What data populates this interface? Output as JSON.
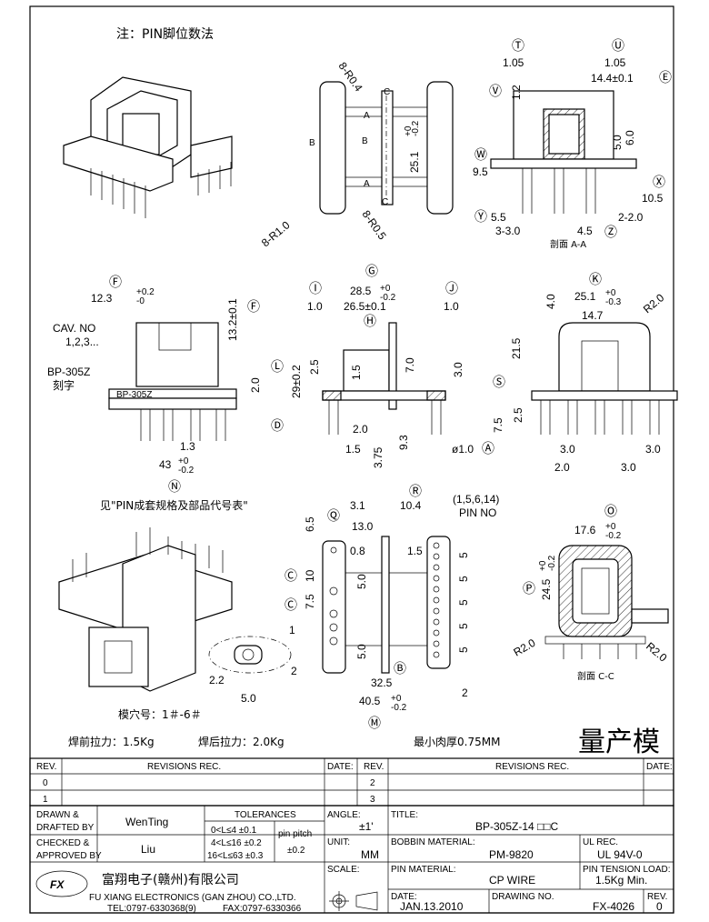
{
  "note_title": "注：PIN脚位数法",
  "mass_production": "量产模",
  "labels": {
    "T": "Ⓣ",
    "U": "Ⓤ",
    "E": "Ⓔ",
    "V": "Ⓥ",
    "W": "Ⓦ",
    "X": "Ⓧ",
    "Y": "Ⓨ",
    "Z": "Ⓩ",
    "G": "Ⓖ",
    "H": "Ⓗ",
    "I": "Ⓘ",
    "J": "Ⓙ",
    "K": "Ⓚ",
    "F": "Ⓕ",
    "L": "Ⓛ",
    "D": "Ⓓ",
    "S": "Ⓢ",
    "A": "Ⓐ",
    "N": "Ⓝ",
    "R": "Ⓡ",
    "Q": "Ⓠ",
    "O": "Ⓞ",
    "P": "Ⓟ",
    "C": "Ⓒ",
    "B": "Ⓑ",
    "M": "Ⓜ"
  },
  "dims_top": {
    "r04": "8-R0.4",
    "r10": "8-R1.0",
    "r05": "8-R0.5",
    "d251": "25.1",
    "tol_p0": "+0",
    "tol_m02": "-0.2",
    "d105a": "1.05",
    "d105b": "1.05",
    "d144": "14.4±0.1",
    "d12": "1.2",
    "d95": "9.5",
    "d50": "5.0",
    "d60": "6.0",
    "d105c": "10.5",
    "d55": "5.5",
    "d330": "3-3.0",
    "d45": "4.5",
    "d220": "2-2.0",
    "section_aa": "剖面 A-A"
  },
  "dims_mid": {
    "d123": "12.3",
    "tol_p02": "+0.2",
    "tol_m0": "-0",
    "d132": "13.2±0.1",
    "cav": "CAV. NO",
    "cav_nums": "1,2,3...",
    "bp_label": "BP-305Z",
    "engrave": "刻字",
    "d20a": "2.0",
    "d13": "1.3",
    "d43": "43",
    "d285": "28.5",
    "d265": "26.5±0.1",
    "d10a": "1.0",
    "d10b": "1.0",
    "d29": "29±0.2",
    "d25": "2.5",
    "d15": "1.5",
    "d70": "7.0",
    "d30": "3.0",
    "d20b": "2.0",
    "d15b": "1.5",
    "d375": "3.75",
    "d93": "9.3",
    "phi10": "ø1.0",
    "d2511": "25.1",
    "tol_m03": "-0.3",
    "r20": "R2.0",
    "d40": "4.0",
    "d147": "14.7",
    "d215": "21.5",
    "d75": "7.5",
    "d25b": "2.5",
    "d30c": "3.0",
    "d30d": "3.0",
    "d20c": "2.0",
    "d30e": "3.0",
    "see_table": "见\"PIN成套规格及部品代号表\""
  },
  "dims_bot": {
    "d31": "3.1",
    "d104": "10.4",
    "pin_list": "(1,5,6,14)",
    "pin_no": "PIN NO",
    "d65": "6.5",
    "d130": "13.0",
    "d08": "0.8",
    "d15c": "1.5",
    "d10": "10",
    "d50b": "5.0",
    "d75b": "7.5",
    "d50c": "5.0",
    "d55s": "5",
    "d325": "32.5",
    "d405": "40.5",
    "d22": "2.2",
    "d50d": "5.0",
    "d1": "1",
    "d2": "2",
    "d176": "17.6",
    "d245": "24.5",
    "r20b": "R2.0",
    "r20c": "R2.0",
    "section_cc": "剖面 C-C",
    "mold_no": "模穴号：1＃-6＃",
    "weld_before": "焊前拉力：1.5Kg",
    "weld_after": "焊后拉力：2.0Kg",
    "min_thick": "最小肉厚0.75MM"
  },
  "revisions": {
    "rev_h": "REV.",
    "revisions_h": "REVISIONS   REC.",
    "date_h": "DATE:",
    "rev_h2": "REV.",
    "revisions_h2": "REVISIONS   REC.",
    "date_h2": "DATE:",
    "r0": "0",
    "r1": "1",
    "r2": "2",
    "r3": "3"
  },
  "titleblock": {
    "drawn": "DRAWN &",
    "drafted": "DRAFTED BY",
    "drawn_name": "WenTing",
    "checked": "CHECKED &",
    "approved": "APPROVED BY",
    "checked_name": "Liu",
    "tolerances": "TOLERANCES",
    "tol1": "0<L≤4   ±0.1",
    "tol2": "4<L≤16  ±0.2",
    "tol3": "16<L≤63  ±0.3",
    "pin_pitch": "pin pitch",
    "pin_pitch_val": "±0.2",
    "angle": "ANGLE:",
    "angle_val": "±1'",
    "unit": "UNIT:",
    "unit_val": "MM",
    "scale": "SCALE:",
    "title": "TITLE:",
    "title_val": "BP-305Z-14 □□C",
    "bobbin_mat": "BOBBIN MATERIAL:",
    "bobbin_val": "PM-9820",
    "ul_rec": "UL REC.",
    "ul_val": "UL 94V-0",
    "pin_mat": "PIN MATERIAL:",
    "pin_val": "CP WIRE",
    "pin_tension": "PIN TENSION LOAD:",
    "pin_tension_val": "1.5Kg Min.",
    "date": "DATE:",
    "date_val": "JAN.13.2010",
    "drawing_no": "DRAWING NO.",
    "drawing_val": "FX-4026",
    "rev": "REV.",
    "rev_val": "0",
    "company_cn": "富翔电子(赣州)有限公司",
    "company_en": "FU XIANG ELECTRONICS (GAN ZHOU) CO.,LTD.",
    "tel": "TEL:0797-6330368(9)",
    "fax": "FAX:0797-6330366",
    "logo_text": "FX"
  }
}
